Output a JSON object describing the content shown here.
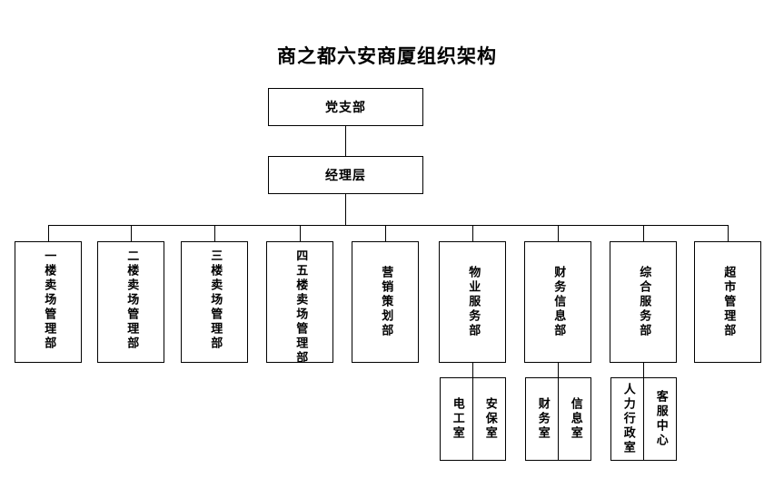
{
  "chart": {
    "title": "商之都六安商厦组织架构",
    "type": "organization-chart",
    "background_color": "#ffffff",
    "line_color": "#000000",
    "text_color": "#000000"
  },
  "levels": {
    "level1": {
      "label": "党支部"
    },
    "level2": {
      "label": "经理层"
    }
  },
  "departments": [
    {
      "label": "一楼卖场管理部",
      "align": "top"
    },
    {
      "label": "二楼卖场管理部",
      "align": "top"
    },
    {
      "label": "三楼卖场管理部",
      "align": "top"
    },
    {
      "label": "四五楼卖场管理部",
      "align": "top"
    },
    {
      "label": "营销策划部",
      "align": "center"
    },
    {
      "label": "物业服务部",
      "align": "center"
    },
    {
      "label": "财务信息部",
      "align": "center"
    },
    {
      "label": "综合服务部",
      "align": "center"
    },
    {
      "label": "超市管理部",
      "align": "center"
    }
  ],
  "sub_units": [
    {
      "parent": "物业服务部",
      "left": "电工室",
      "right": "安保室"
    },
    {
      "parent": "财务信息部",
      "left": "财务室",
      "right": "信息室"
    },
    {
      "parent": "综合服务部",
      "left": "人力行政室",
      "right": "客服中心"
    }
  ]
}
